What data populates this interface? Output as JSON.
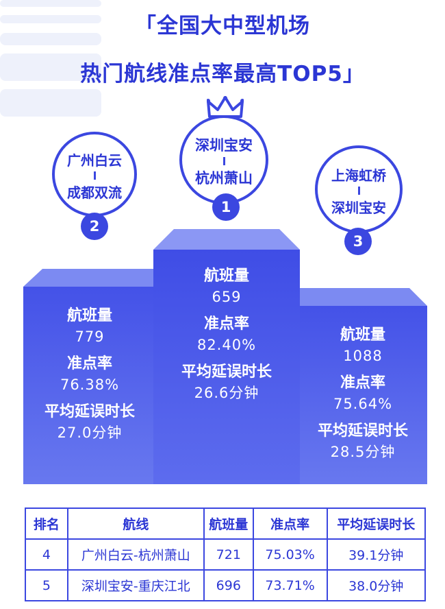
{
  "title": {
    "line1": "「全国大中型机场",
    "line2": "热门航线准点率最高TOP5」"
  },
  "top3": [
    {
      "rank": "1",
      "route_from": "深圳宝安",
      "route_to": "杭州萧山",
      "flights_label": "航班量",
      "flights": "659",
      "ontime_label": "准点率",
      "ontime": "82.40%",
      "delay_label": "平均延误时长",
      "delay": "26.6分钟"
    },
    {
      "rank": "2",
      "route_from": "广州白云",
      "route_to": "成都双流",
      "flights_label": "航班量",
      "flights": "779",
      "ontime_label": "准点率",
      "ontime": "76.38%",
      "delay_label": "平均延误时长",
      "delay": "27.0分钟"
    },
    {
      "rank": "3",
      "route_from": "上海虹桥",
      "route_to": "深圳宝安",
      "flights_label": "航班量",
      "flights": "1088",
      "ontime_label": "准点率",
      "ontime": "75.64%",
      "delay_label": "平均延误时长",
      "delay": "28.5分钟"
    }
  ],
  "table": {
    "headers": [
      "排名",
      "航线",
      "航班量",
      "准点率",
      "平均延误时长"
    ],
    "rows": [
      [
        "4",
        "广州白云-杭州萧山",
        "721",
        "75.03%",
        "39.1分钟"
      ],
      [
        "5",
        "深圳宝安-重庆江北",
        "696",
        "73.71%",
        "38.0分钟"
      ]
    ]
  },
  "colors": {
    "primary": "#3b47e0",
    "title": "#2b36d4",
    "podium_top": "#7c8af2",
    "podium_bottom": "#6878ef"
  },
  "icons": {
    "crown": "crown-icon"
  }
}
